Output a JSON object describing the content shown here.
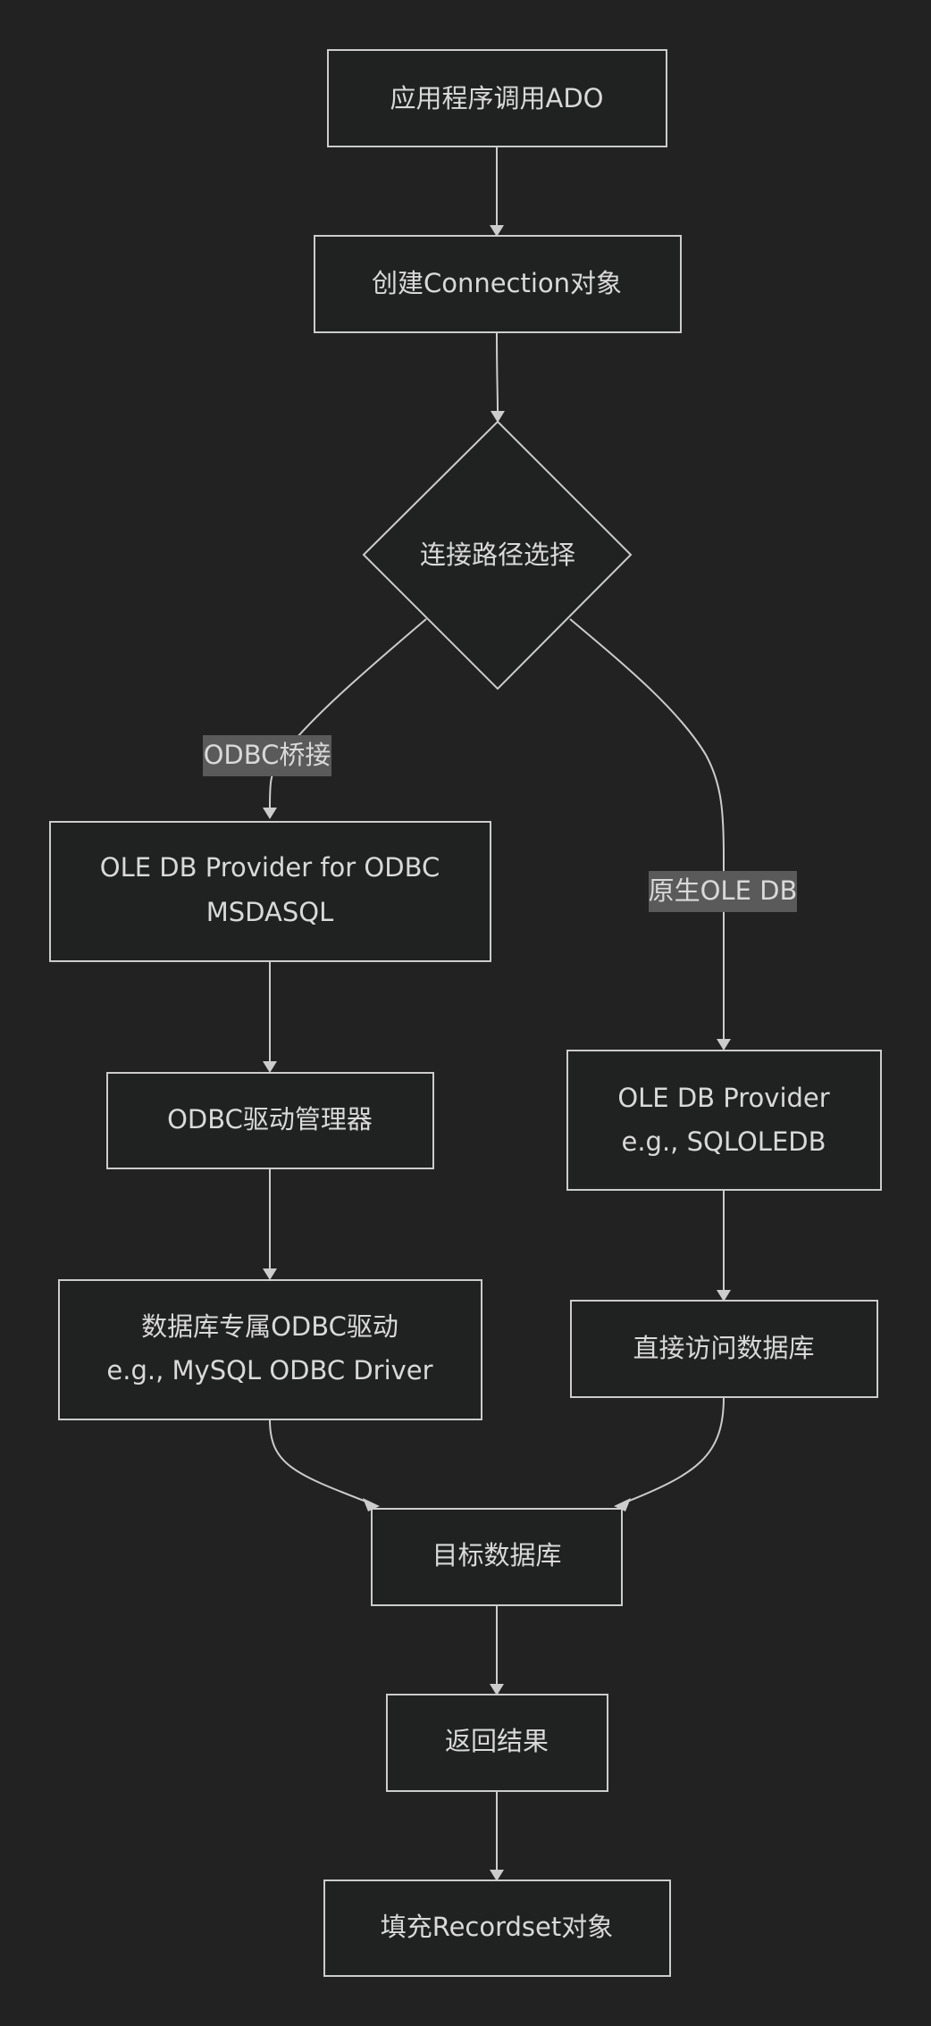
{
  "diagram": {
    "nodes": {
      "app_calls_ado": "应用程序调用ADO",
      "create_connection": "创建Connection对象",
      "path_choice": "连接路径选择",
      "msdasql": [
        "OLE DB Provider for ODBC",
        "MSDASQL"
      ],
      "odbc_manager": "ODBC驱动管理器",
      "db_odbc_driver": [
        "数据库专属ODBC驱动",
        "e.g., MySQL ODBC Driver"
      ],
      "oledb_provider": [
        "OLE DB Provider",
        "e.g., SQLOLEDB"
      ],
      "direct_access": "直接访问数据库",
      "target_db": "目标数据库",
      "return_results": "返回结果",
      "fill_recordset": "填充Recordset对象"
    },
    "edge_labels": {
      "odbc_bridge": "ODBC桥接",
      "native_oledb": "原生OLE DB"
    }
  }
}
